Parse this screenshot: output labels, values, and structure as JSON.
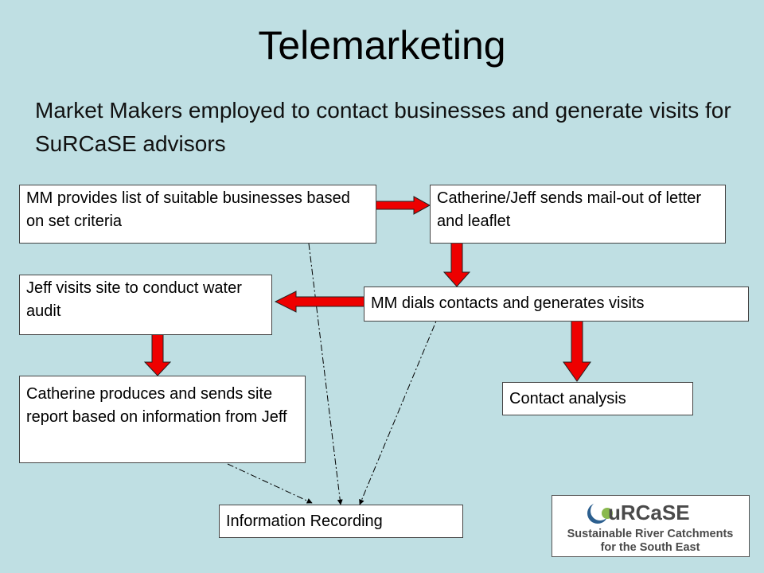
{
  "slide": {
    "title": "Telemarketing",
    "subtitle": "Market Makers employed to contact businesses and generate visits for SuRCaSE advisors"
  },
  "nodes": {
    "mm_list": "MM provides list of suitable businesses based on set criteria",
    "mailout": "Catherine/Jeff sends mail-out of letter and leaflet",
    "mm_dials": "MM dials contacts and generates visits",
    "jeff_visits": "Jeff visits site to conduct water audit",
    "catherine_report": "Catherine produces and sends site report based on information from Jeff",
    "contact_analysis": "Contact analysis",
    "info_recording": "Information Recording"
  },
  "logo": {
    "mark": "uRCaSE",
    "line1": "Sustainable River Catchments",
    "line2": "for the South East"
  },
  "colors": {
    "background": "#bfdfe3",
    "arrow_fill": "#ee0000",
    "arrow_outline": "#222222"
  }
}
